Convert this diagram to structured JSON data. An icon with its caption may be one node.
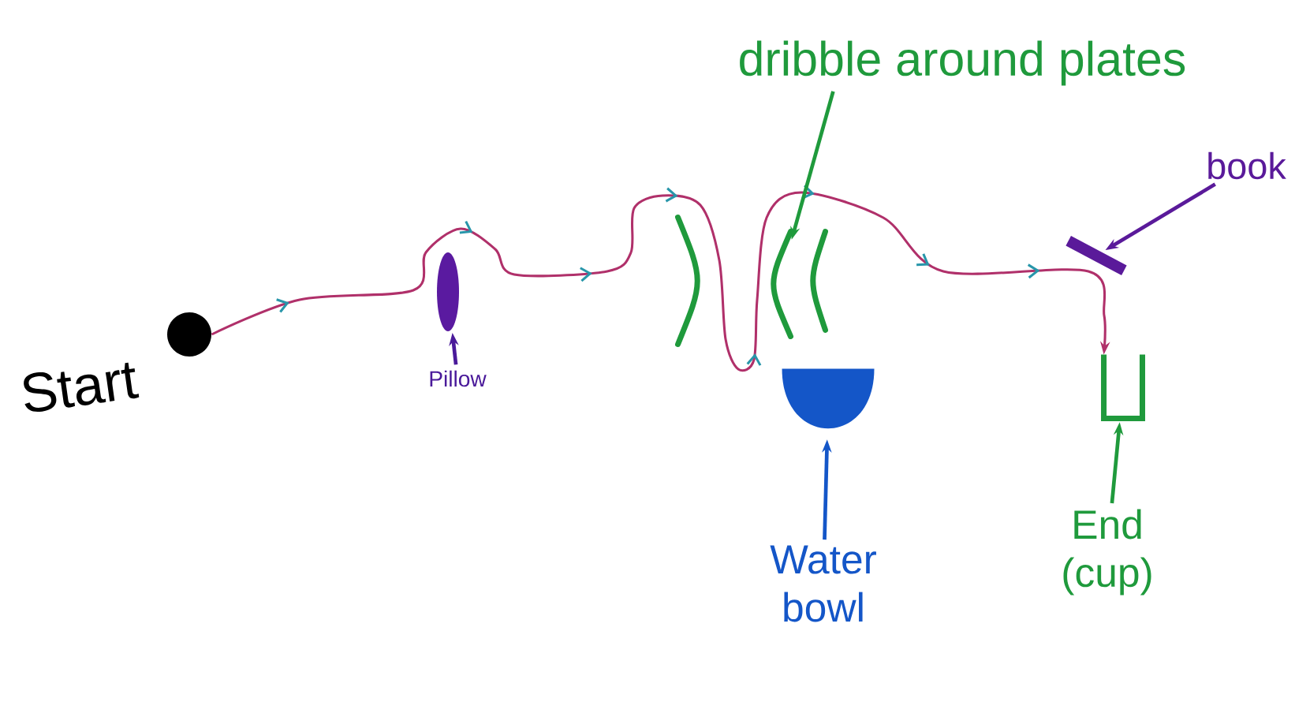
{
  "diagram": {
    "nodes": [
      {
        "text": [],
        "shape": "circle",
        "beside": [
          "Start"
        ]
      },
      {
        "text": [
          "dribble around plates"
        ]
      },
      {
        "text": [
          "book"
        ]
      },
      {
        "text": [],
        "shape": "ellipse"
      },
      {
        "text": [],
        "shape": "arc"
      },
      {
        "text": [],
        "shape": "arc"
      },
      {
        "text": [],
        "shape": "arc"
      },
      {
        "text": [],
        "shape": "bar"
      },
      {
        "text": [
          "Pillow"
        ]
      },
      {
        "text": [],
        "shape": "bowl"
      },
      {
        "text": [],
        "shape": "cup"
      },
      {
        "text": [
          "Water bowl"
        ]
      },
      {
        "text": [
          "End (cup)"
        ]
      }
    ],
    "edges": [
      {
        "from": 0,
        "to": 10,
        "arrow": "to",
        "color": "#b0306a"
      },
      {
        "from": 8,
        "to": 3,
        "arrow": "to",
        "color": "#4a1a9a"
      },
      {
        "from": 1,
        "to": 5,
        "arrow": "to",
        "color": "#1f9a3c"
      },
      {
        "from": 11,
        "to": 9,
        "arrow": "to",
        "color": "#1456c8"
      },
      {
        "from": 2,
        "to": 7,
        "arrow": "to",
        "color": "#5a1a9a"
      },
      {
        "from": 12,
        "to": 10,
        "arrow": "to",
        "color": "#1f9a3c"
      }
    ]
  }
}
